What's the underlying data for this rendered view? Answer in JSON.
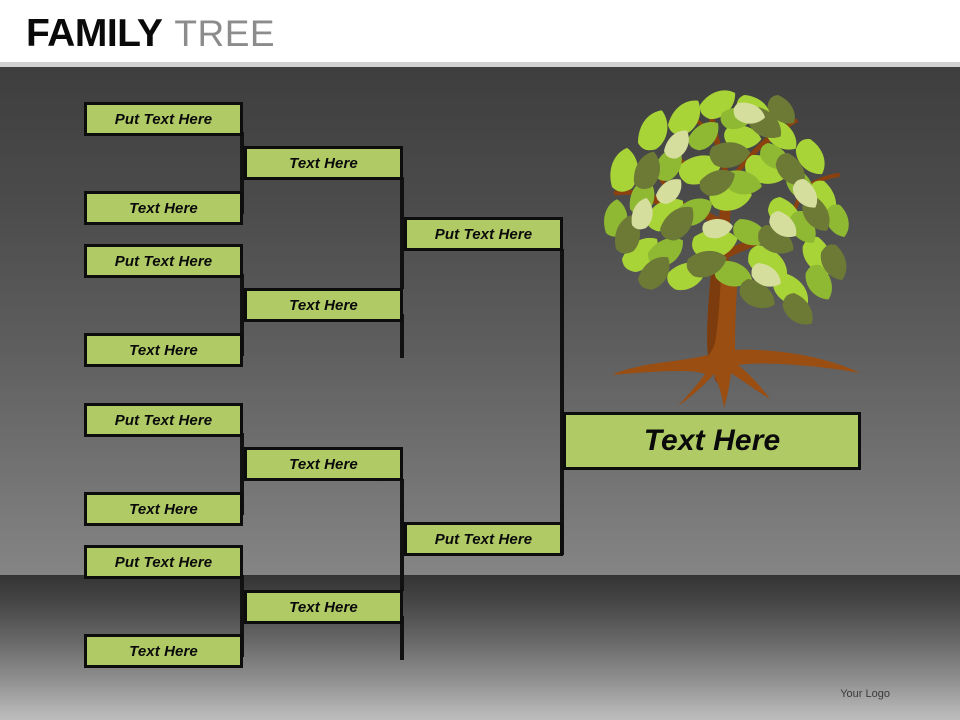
{
  "header": {
    "title_primary": "FAMILY",
    "title_secondary": "TREE"
  },
  "footer": {
    "logo_label": "Your Logo"
  },
  "colors": {
    "box_fill": "#b0cb66",
    "box_border": "#0d0d0d",
    "text": "#0a0a0a",
    "leaf_bright": "#a9d438",
    "leaf_mid": "#8fb933",
    "leaf_olive": "#6d7a36",
    "leaf_pale": "#d6de9e",
    "trunk": "#9a4e12",
    "trunk_dark": "#7d3c0d",
    "background_top": "#3e3e3e",
    "background_mid": "#858585",
    "floor_bottom": "#bcbcbc"
  },
  "tree_chart": {
    "root": {
      "id": "root",
      "label": "Text Here"
    },
    "level3": [
      {
        "id": "l3-top",
        "label": "Put Text Here"
      },
      {
        "id": "l3-bottom",
        "label": "Put Text Here"
      }
    ],
    "level2": [
      {
        "id": "l2-1",
        "label": "Text Here"
      },
      {
        "id": "l2-2",
        "label": "Text Here"
      },
      {
        "id": "l2-3",
        "label": "Text Here"
      },
      {
        "id": "l2-4",
        "label": "Text Here"
      }
    ],
    "level1": [
      {
        "id": "l1-1",
        "label": "Put Text Here"
      },
      {
        "id": "l1-2",
        "label": "Text Here"
      },
      {
        "id": "l1-3",
        "label": "Put Text Here"
      },
      {
        "id": "l1-4",
        "label": "Text Here"
      },
      {
        "id": "l1-5",
        "label": "Put Text Here"
      },
      {
        "id": "l1-6",
        "label": "Text Here"
      },
      {
        "id": "l1-7",
        "label": "Put Text Here"
      },
      {
        "id": "l1-8",
        "label": "Text Here"
      }
    ]
  },
  "graphics": {
    "tree_icon_name": "family-tree-illustration"
  }
}
